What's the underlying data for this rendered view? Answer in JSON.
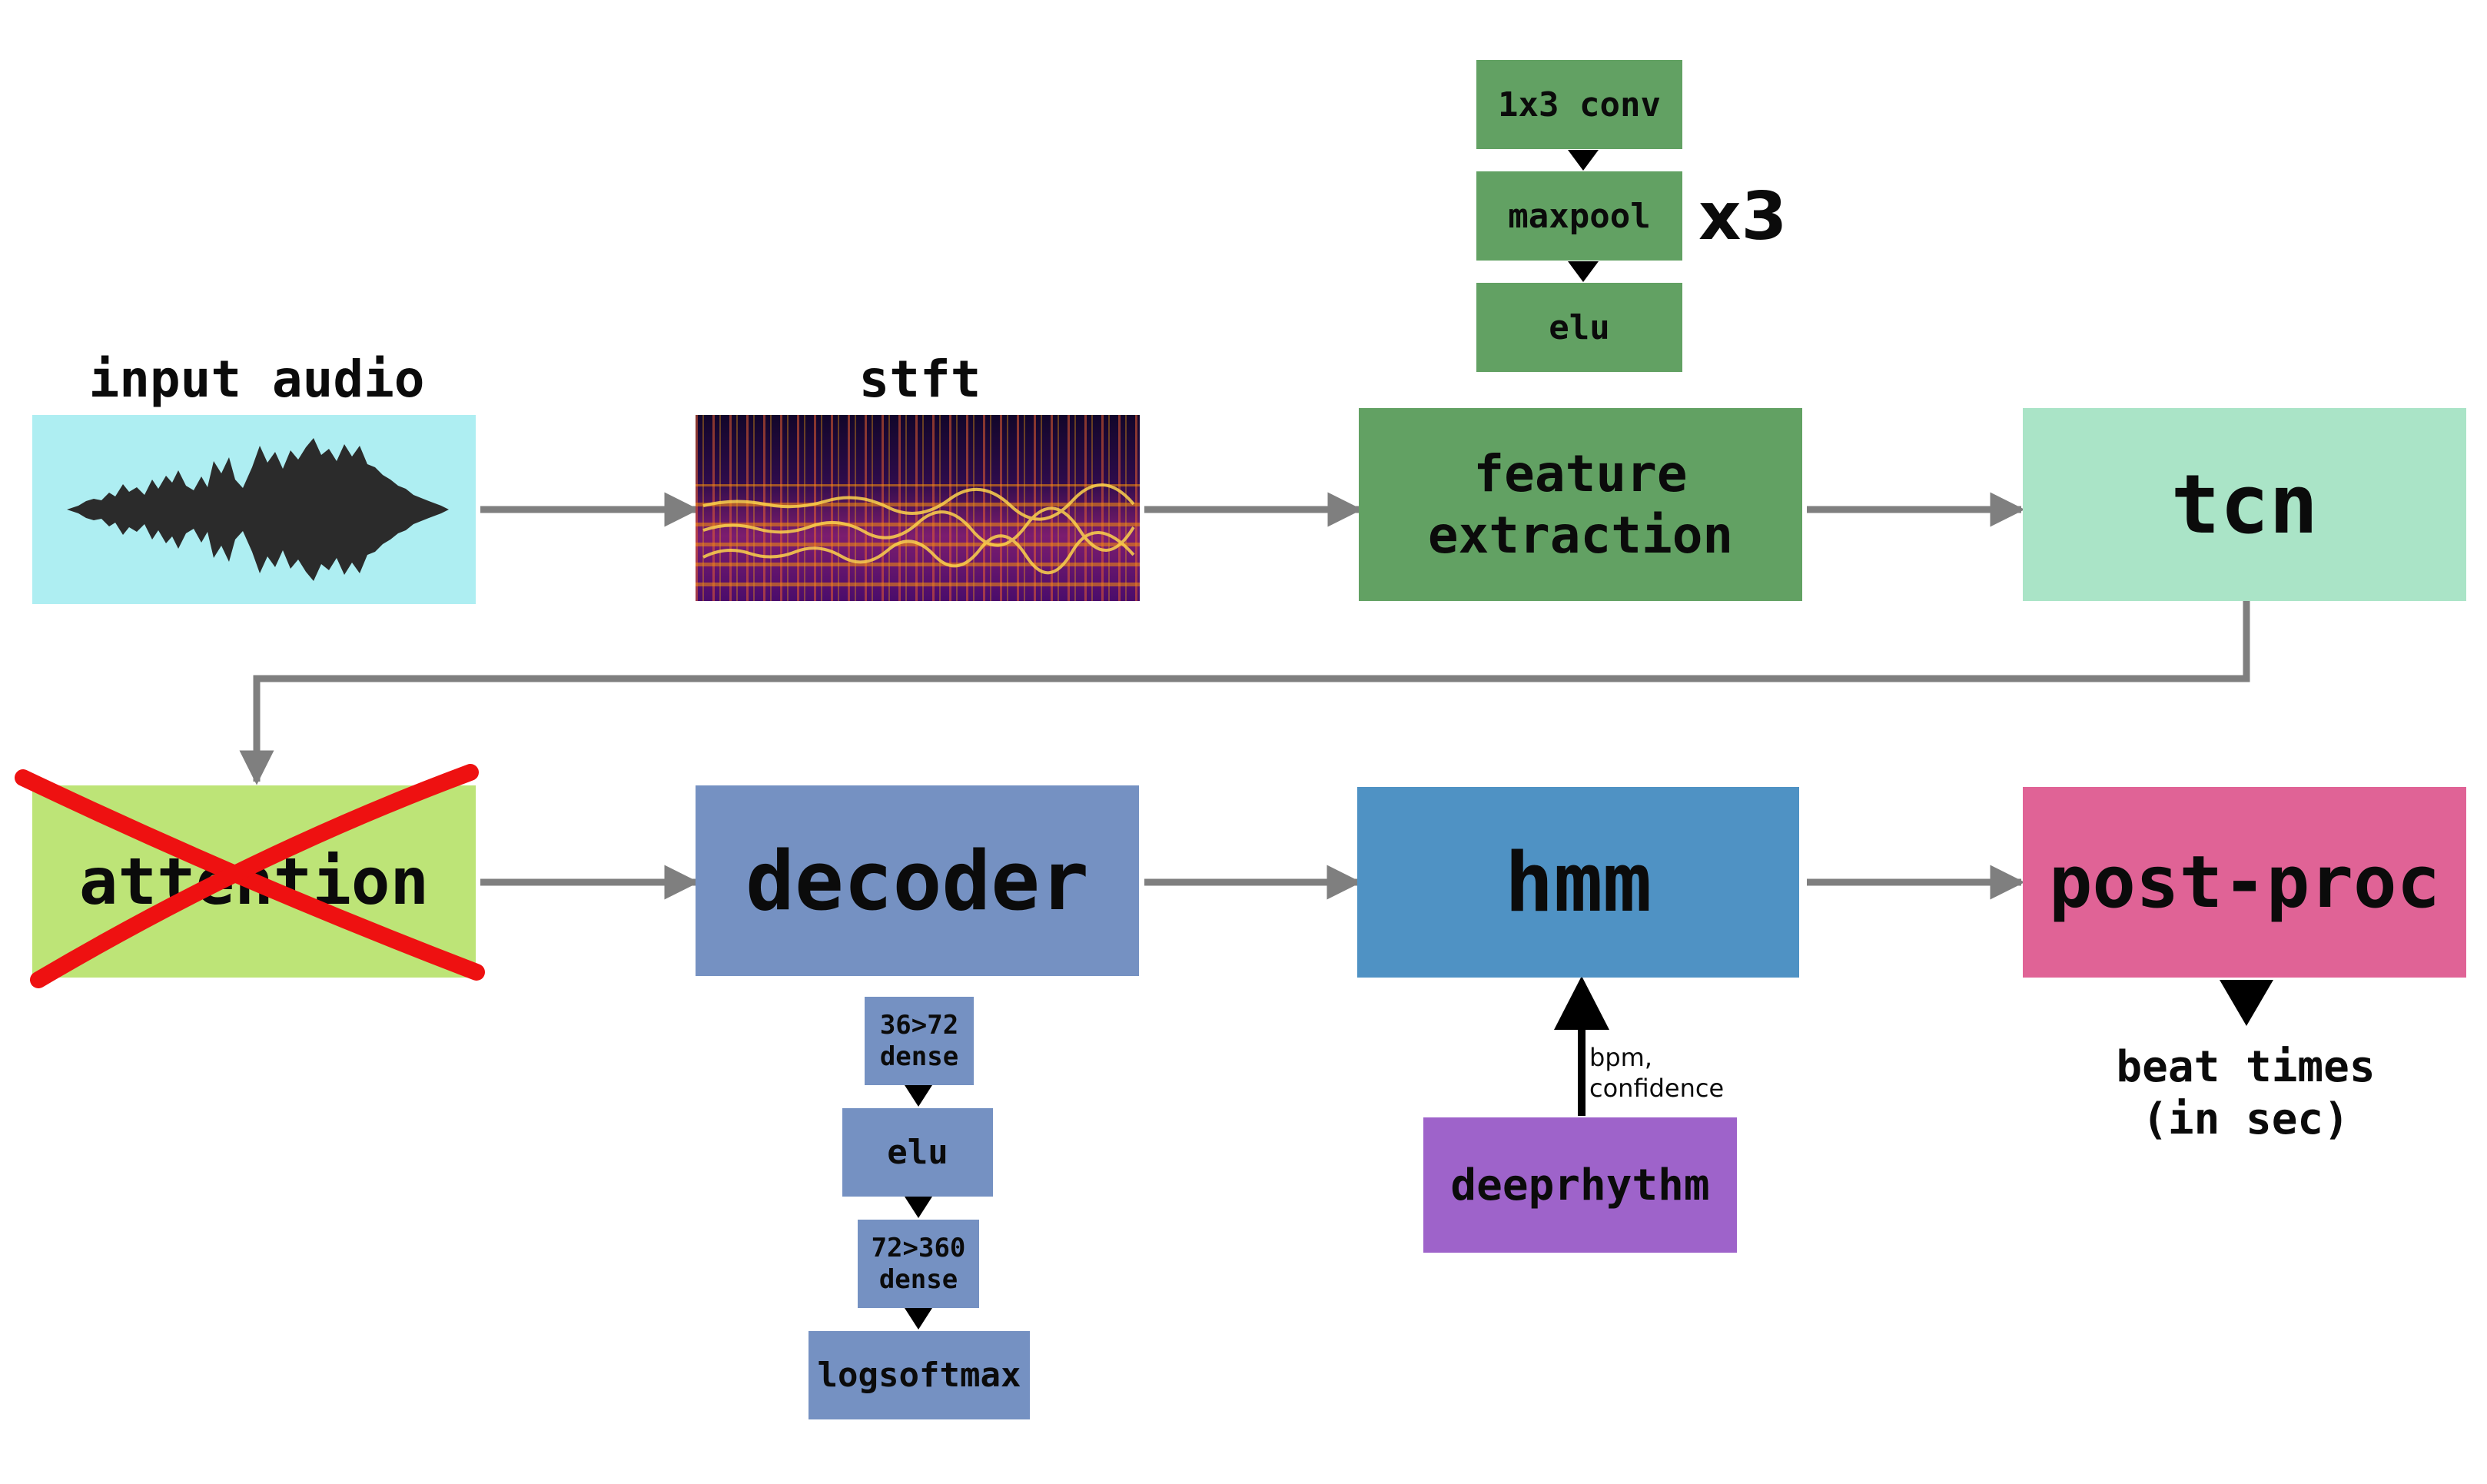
{
  "nodes": {
    "input_audio": {
      "label": "input audio",
      "color": "#aeeef2"
    },
    "stft": {
      "label": "stft"
    },
    "feature_extraction": {
      "label": "feature\nextraction",
      "color": "#62a163"
    },
    "conv": {
      "label": "1x3 conv",
      "color": "#62a163"
    },
    "maxpool": {
      "label": "maxpool",
      "color": "#62a163"
    },
    "elu_top": {
      "label": "elu",
      "color": "#62a163"
    },
    "repeat": {
      "label": "x3"
    },
    "tcn": {
      "label": "tcn",
      "color": "#aae4c7"
    },
    "attention": {
      "label": "attention",
      "color": "#bde477",
      "struck": true,
      "strike_color": "#ee1111"
    },
    "decoder": {
      "label": "decoder",
      "color": "#7591c2"
    },
    "dense1": {
      "label": "36>72\ndense",
      "color": "#7591c2"
    },
    "elu_bottom": {
      "label": "elu",
      "color": "#7591c2"
    },
    "dense2": {
      "label": "72>360\ndense",
      "color": "#7591c2"
    },
    "logsoftmax": {
      "label": "logsoftmax",
      "color": "#7591c2"
    },
    "hmm": {
      "label": "hmm",
      "color": "#4f92c4"
    },
    "deeprhythm": {
      "label": "deeprhythm",
      "color": "#9e63ca"
    },
    "deeprhythm_edge": {
      "label": "bpm,\nconfidence"
    },
    "post_proc": {
      "label": "post-proc",
      "color": "#e06396"
    },
    "output": {
      "label": "beat times\n(in sec)"
    }
  },
  "edges": [
    [
      "input_audio",
      "stft"
    ],
    [
      "stft",
      "feature_extraction"
    ],
    [
      "feature_extraction",
      "tcn"
    ],
    [
      "tcn",
      "attention"
    ],
    [
      "attention",
      "decoder"
    ],
    [
      "decoder",
      "hmm"
    ],
    [
      "hmm",
      "post_proc"
    ],
    [
      "post_proc",
      "output"
    ],
    [
      "deeprhythm",
      "hmm"
    ],
    [
      "conv",
      "maxpool"
    ],
    [
      "maxpool",
      "elu_top"
    ],
    [
      "dense1",
      "elu_bottom"
    ],
    [
      "elu_bottom",
      "dense2"
    ],
    [
      "dense2",
      "logsoftmax"
    ]
  ],
  "colors": {
    "arrow": "#7f7f7f",
    "arrow_dark": "#000000"
  }
}
